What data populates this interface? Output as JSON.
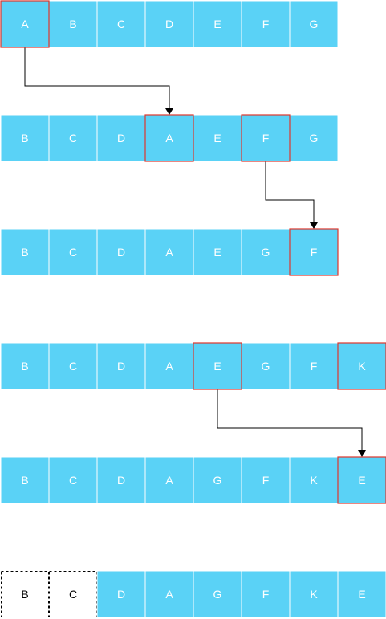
{
  "colors": {
    "cell_fill": "#5ad2f6",
    "cell_divider": "#ffffff",
    "highlight_border": "#e0352b",
    "arrow": "#000000",
    "cell_text": "#ffffff",
    "removed_text": "#000000",
    "removed_border": "#000000"
  },
  "rows": [
    {
      "cells": [
        {
          "label": "A",
          "highlighted": true
        },
        {
          "label": "B"
        },
        {
          "label": "C"
        },
        {
          "label": "D"
        },
        {
          "label": "E"
        },
        {
          "label": "F"
        },
        {
          "label": "G"
        }
      ]
    },
    {
      "cells": [
        {
          "label": "B"
        },
        {
          "label": "C"
        },
        {
          "label": "D"
        },
        {
          "label": "A",
          "highlighted": true
        },
        {
          "label": "E"
        },
        {
          "label": "F",
          "highlighted": true
        },
        {
          "label": "G"
        }
      ]
    },
    {
      "cells": [
        {
          "label": "B"
        },
        {
          "label": "C"
        },
        {
          "label": "D"
        },
        {
          "label": "A"
        },
        {
          "label": "E"
        },
        {
          "label": "G"
        },
        {
          "label": "F",
          "highlighted": true
        }
      ]
    },
    {
      "cells": [
        {
          "label": "B"
        },
        {
          "label": "C"
        },
        {
          "label": "D"
        },
        {
          "label": "A"
        },
        {
          "label": "E",
          "highlighted": true
        },
        {
          "label": "G"
        },
        {
          "label": "F"
        },
        {
          "label": "K",
          "highlighted": true
        }
      ]
    },
    {
      "cells": [
        {
          "label": "B"
        },
        {
          "label": "C"
        },
        {
          "label": "D"
        },
        {
          "label": "A"
        },
        {
          "label": "G"
        },
        {
          "label": "F"
        },
        {
          "label": "K"
        },
        {
          "label": "E",
          "highlighted": true
        }
      ]
    },
    {
      "cells": [
        {
          "label": "B",
          "removed": true
        },
        {
          "label": "C",
          "removed": true
        },
        {
          "label": "D"
        },
        {
          "label": "A"
        },
        {
          "label": "G"
        },
        {
          "label": "F"
        },
        {
          "label": "K"
        },
        {
          "label": "E"
        }
      ]
    }
  ],
  "arrows": [
    {
      "from": [
        0,
        0
      ],
      "to": [
        1,
        3
      ]
    },
    {
      "from": [
        1,
        5
      ],
      "to": [
        2,
        6
      ]
    },
    {
      "from": [
        3,
        4
      ],
      "to": [
        4,
        7
      ]
    }
  ]
}
